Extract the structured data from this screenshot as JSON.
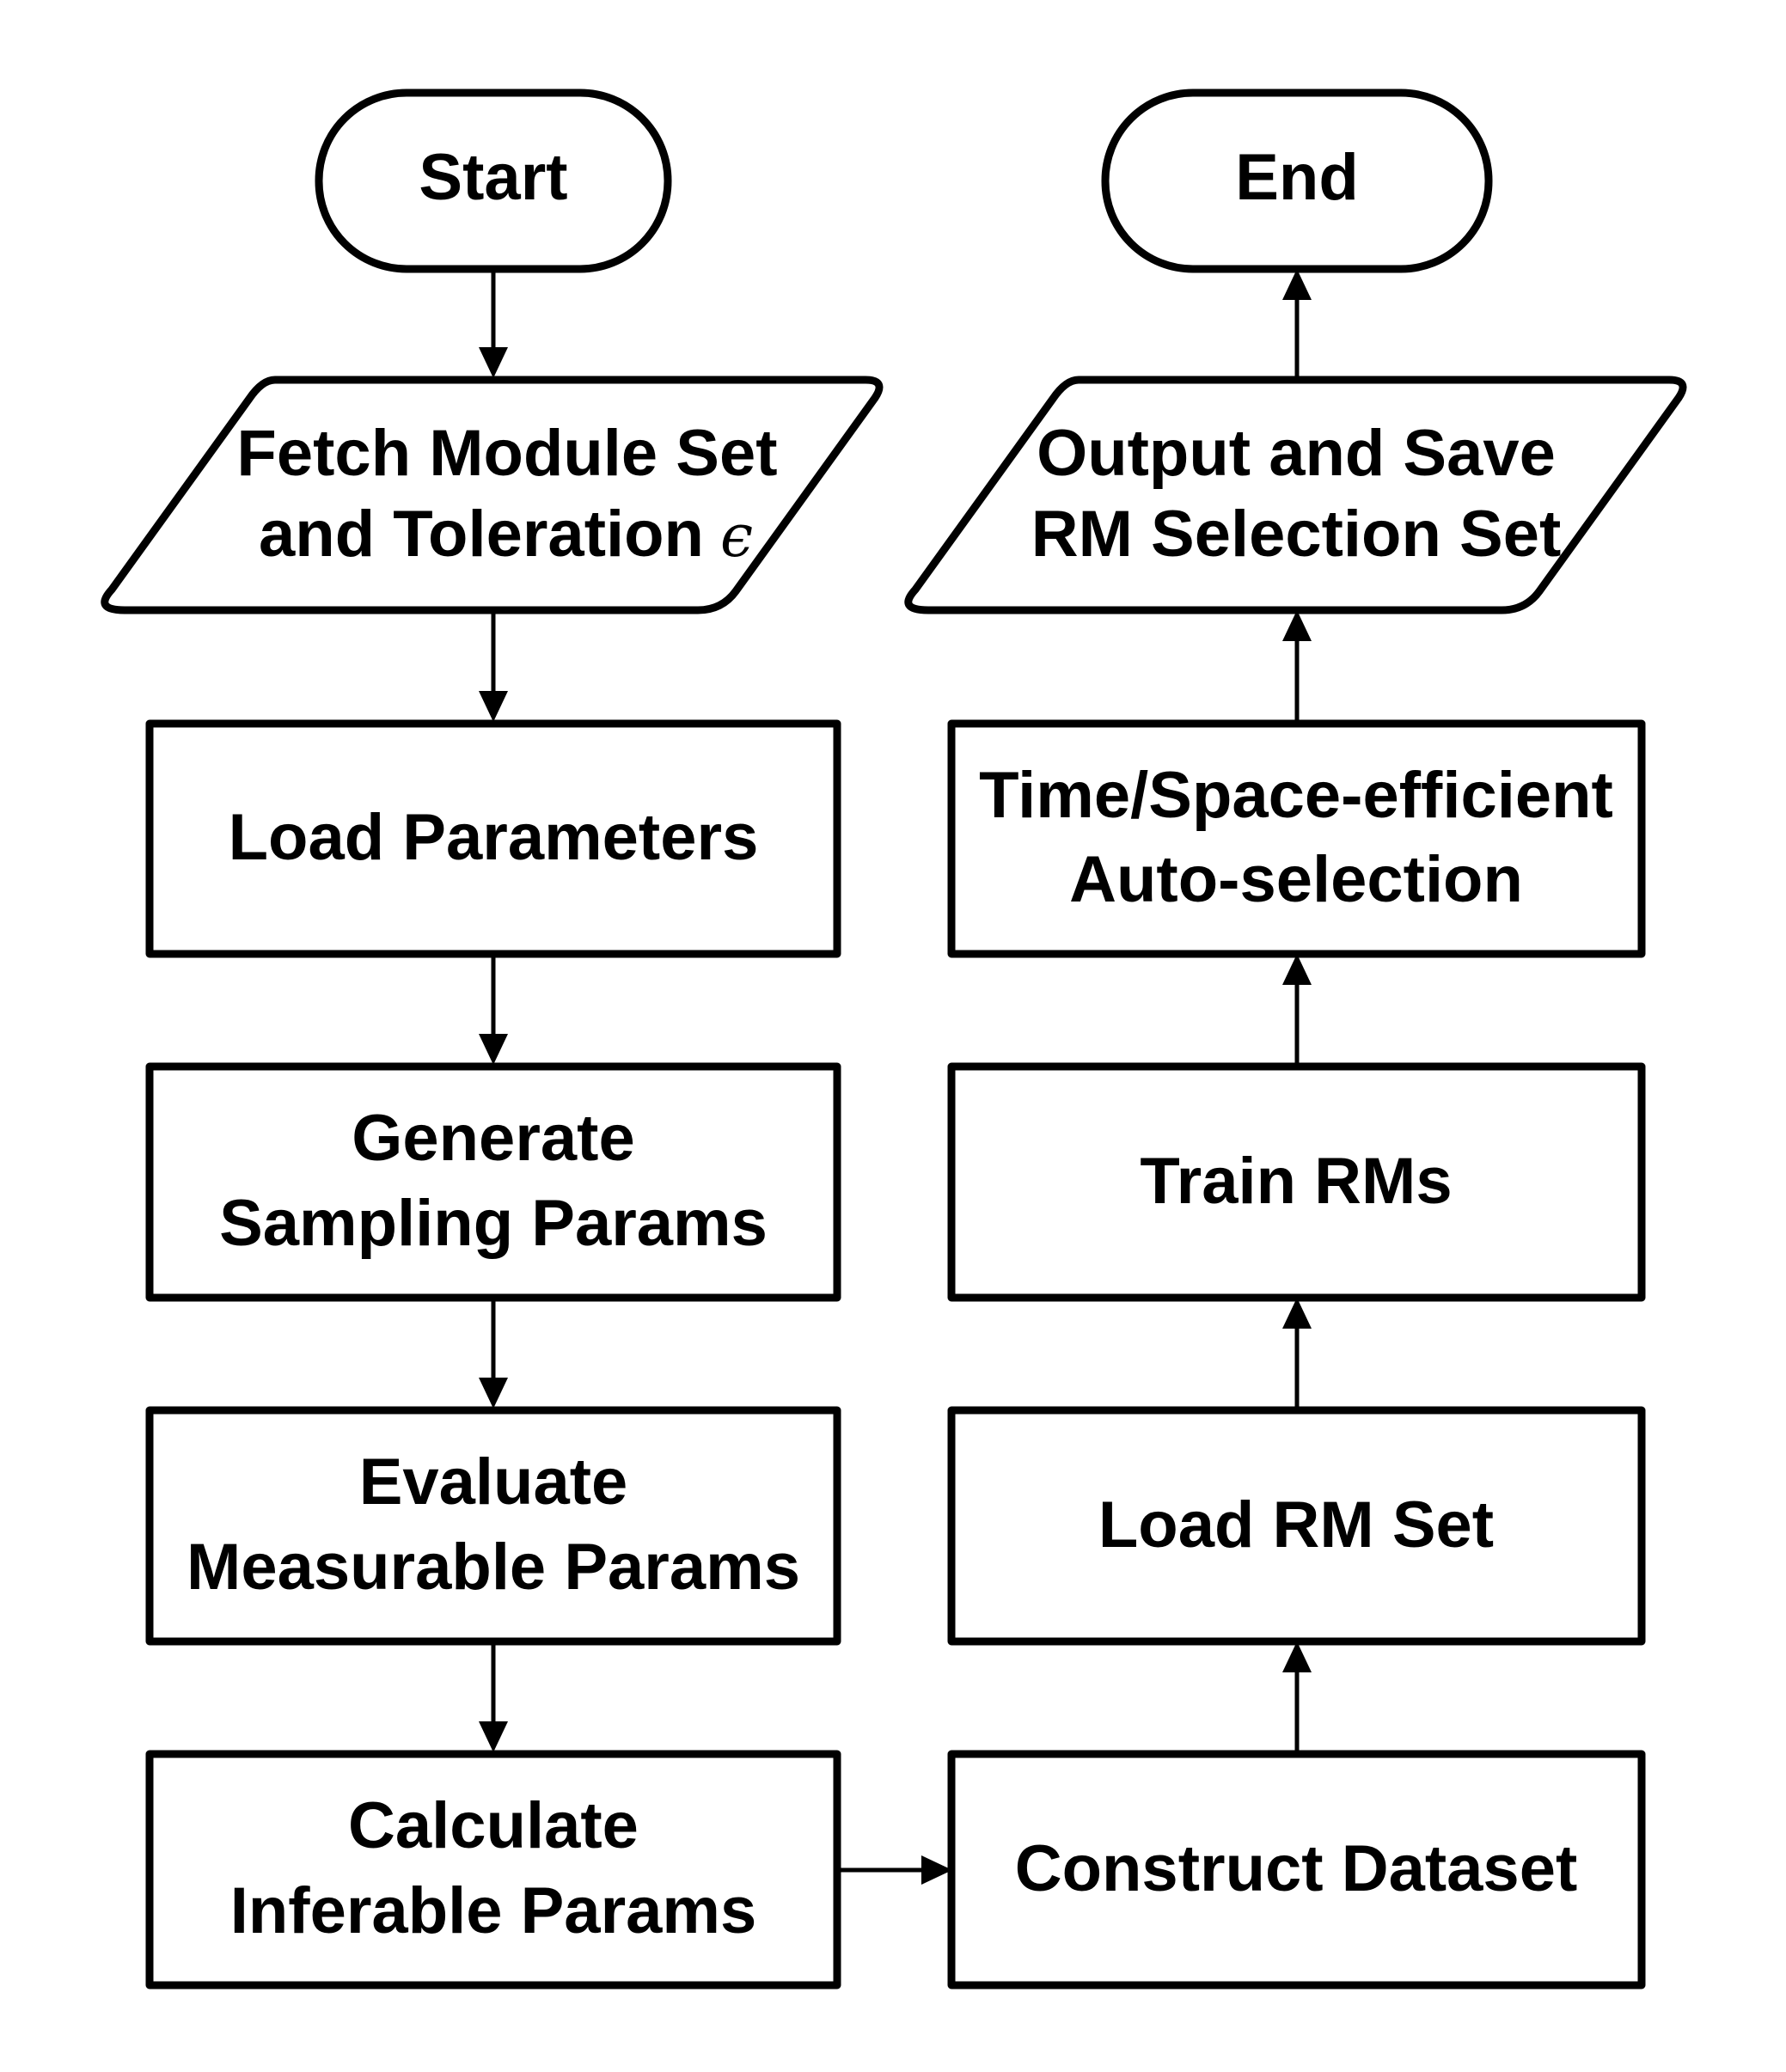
{
  "nodes": {
    "start": {
      "label": "Start"
    },
    "fetch": {
      "line1": "Fetch Module Set",
      "line2": "and Toleration",
      "symbol": "ϵ"
    },
    "load_params": {
      "label": "Load Parameters"
    },
    "generate": {
      "line1": "Generate",
      "line2": "Sampling Params"
    },
    "evaluate": {
      "line1": "Evaluate",
      "line2": "Measurable Params"
    },
    "calculate": {
      "line1": "Calculate",
      "line2": "Inferable Params"
    },
    "construct": {
      "label": "Construct Dataset"
    },
    "load_rm": {
      "label": "Load RM Set"
    },
    "train": {
      "label": "Train RMs"
    },
    "auto_select": {
      "line1": "Time/Space-efficient",
      "line2": "Auto-selection"
    },
    "output": {
      "line1": "Output and Save",
      "line2": "RM Selection Set"
    },
    "end": {
      "label": "End"
    }
  },
  "colors": {
    "stroke": "#000000",
    "fill": "#ffffff",
    "text": "#000000"
  }
}
